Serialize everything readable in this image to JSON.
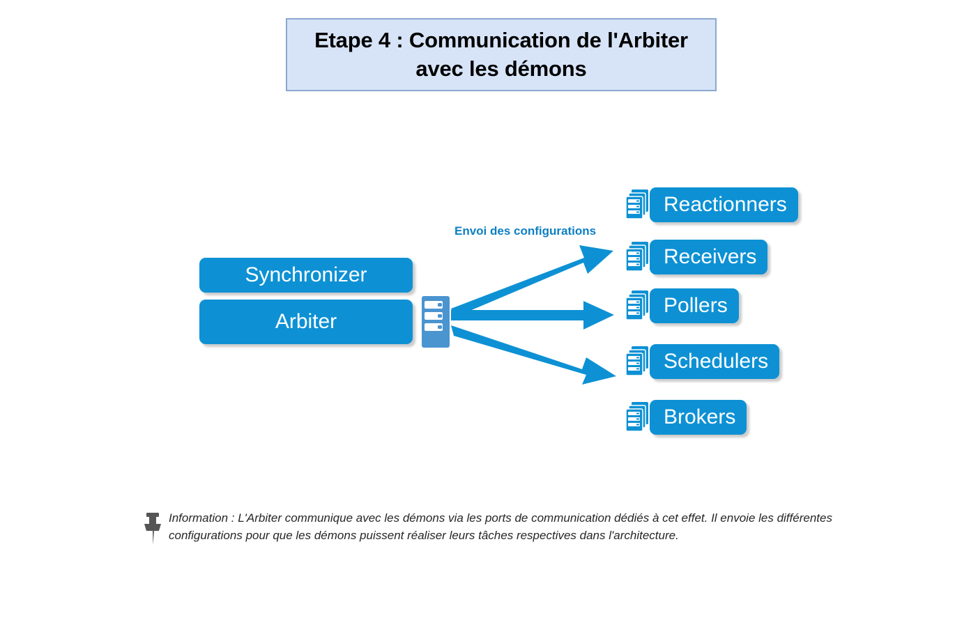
{
  "title": {
    "text": "Etape 4 : Communication de l'Arbiter avec les démons",
    "background_color": "#d7e4f7",
    "border_color": "#8ba7d0"
  },
  "colors": {
    "primary_blue": "#0d91d4",
    "icon_blue": "#4a94d0",
    "caption_blue": "#0d7fc4",
    "pin_gray": "#555555"
  },
  "left_column": {
    "boxes": [
      {
        "label": "Synchronizer",
        "icon": "none"
      },
      {
        "label": "Arbiter",
        "icon": "server-rack-icon"
      }
    ]
  },
  "flow": {
    "caption": "Envoi des configurations",
    "arrow_count": 3,
    "direction": "left-to-right"
  },
  "right_column": {
    "daemons": [
      {
        "label": "Reactionners",
        "icon": "server-stack-icon"
      },
      {
        "label": "Receivers",
        "icon": "server-stack-icon"
      },
      {
        "label": "Pollers",
        "icon": "server-stack-icon"
      },
      {
        "label": "Schedulers",
        "icon": "server-stack-icon"
      },
      {
        "label": "Brokers",
        "icon": "server-stack-icon"
      }
    ]
  },
  "footer": {
    "icon": "pushpin-icon",
    "text": "Information : L'Arbiter communique avec les démons via les ports de communication dédiés à cet effet. Il envoie les différentes configurations pour que les démons puissent réaliser leurs tâches respectives dans l'architecture."
  }
}
